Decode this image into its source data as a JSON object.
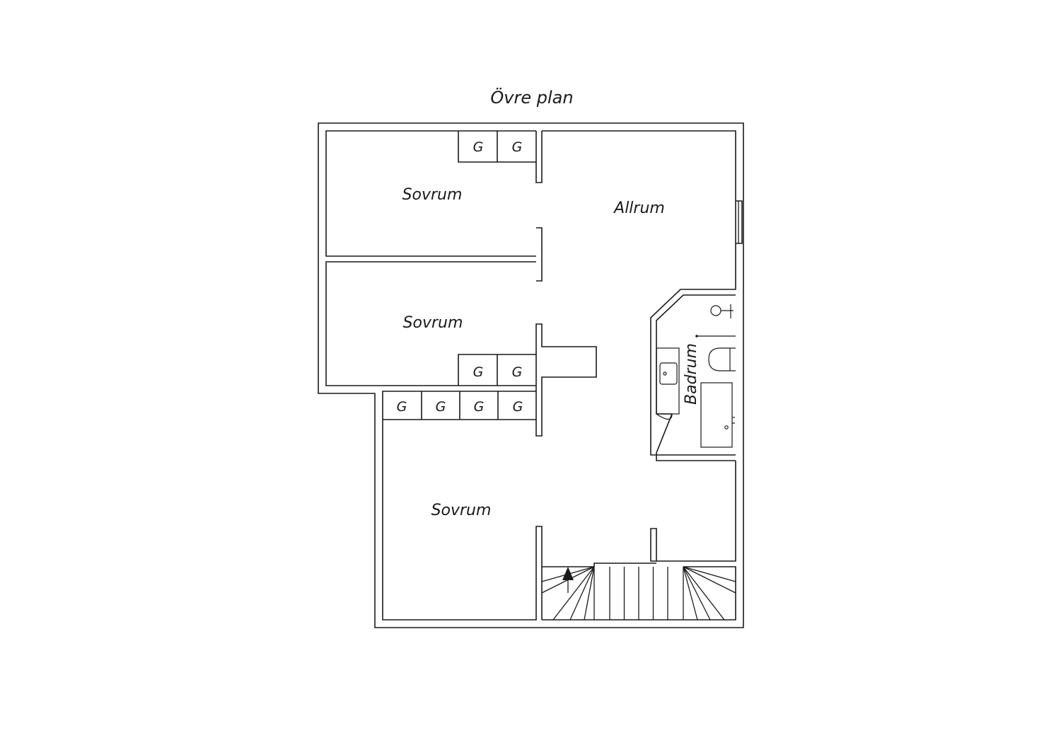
{
  "title": "Övre plan",
  "rooms": {
    "bedroom_1": "Sovrum",
    "bedroom_2": "Sovrum",
    "bedroom_3": "Sovrum",
    "family_room": "Allrum",
    "bathroom": "Badrum"
  },
  "wardrobe_label": "G",
  "stair_direction": "up"
}
